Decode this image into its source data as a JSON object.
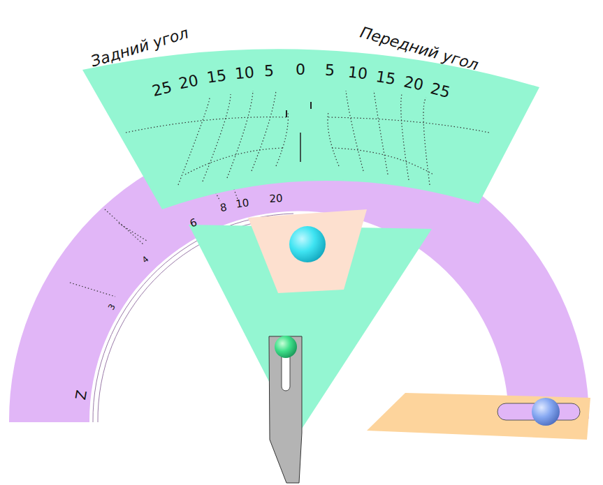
{
  "diagram": {
    "labels": [
      "Задний угол",
      "Передний угол",
      "25",
      "20",
      "15",
      "10",
      "5",
      "0",
      "5",
      "10",
      "15",
      "20",
      "25",
      "20",
      "10",
      "8",
      "6",
      "4",
      "3",
      "Z"
    ]
  }
}
